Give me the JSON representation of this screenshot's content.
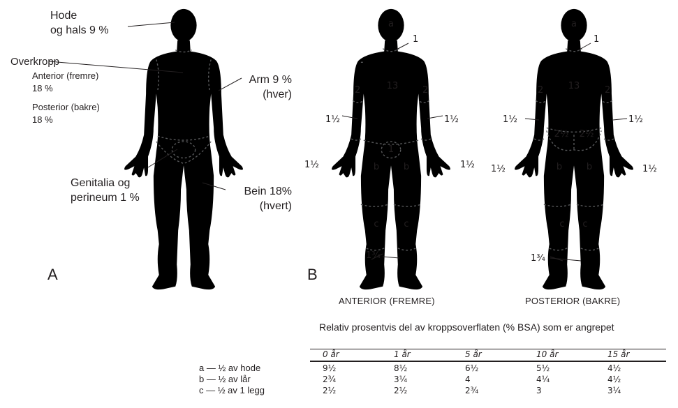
{
  "panel_a": {
    "letter": "A",
    "head_label": [
      "Hode",
      "og hals 9 %"
    ],
    "trunk_label": "Overkropp",
    "trunk_anterior": [
      "Anterior (fremre)",
      "18 %"
    ],
    "trunk_posterior": [
      "Posterior (bakre)",
      "18 %"
    ],
    "arm_label": [
      "Arm 9 %",
      "(hver)"
    ],
    "genital_label": [
      "Genitalia og",
      "perineum 1 %"
    ],
    "leg_label": [
      "Bein 18%",
      "(hvert)"
    ]
  },
  "panel_b": {
    "letter": "B",
    "front_caption": "ANTERIOR (FREMRE)",
    "back_caption": "POSTERIOR (BAKRE)",
    "front_regions": {
      "head": "a",
      "neck": "1",
      "trunk": "13",
      "upper_arm_l": "2",
      "upper_arm_r": "2",
      "forearm_l": "1½",
      "forearm_r": "1½",
      "hand_l": "1½",
      "hand_r": "1½",
      "genitals": "1",
      "thigh_l": "b",
      "thigh_r": "b",
      "leg_l": "c",
      "leg_r": "c",
      "foot": "1¾"
    },
    "back_regions": {
      "head": "a",
      "neck": "1",
      "trunk": "13",
      "upper_arm_l": "2",
      "upper_arm_r": "2",
      "forearm_l": "1½",
      "forearm_r": "1½",
      "hand_l": "1½",
      "hand_r": "1½",
      "buttock_l": "2½",
      "buttock_r": "2½",
      "thigh_l": "b",
      "thigh_r": "b",
      "leg_l": "c",
      "leg_r": "c",
      "foot": "1¾"
    }
  },
  "table": {
    "title": "Relativ prosentvis del av kroppsoverflaten (% BSA) som er angrepet",
    "columns": [
      "0 år",
      "1 år",
      "5 år",
      "10 år",
      "15 år"
    ],
    "rows": [
      {
        "key": "a — ½ av hode",
        "values": [
          "9½",
          "8½",
          "6½",
          "5½",
          "4½"
        ]
      },
      {
        "key": "b — ½ av lår",
        "values": [
          "2¾",
          "3¼",
          "4",
          "4¼",
          "4½"
        ]
      },
      {
        "key": "c — ½ av 1 legg",
        "values": [
          "2½",
          "2½",
          "2¾",
          "3",
          "3¼"
        ]
      }
    ]
  }
}
